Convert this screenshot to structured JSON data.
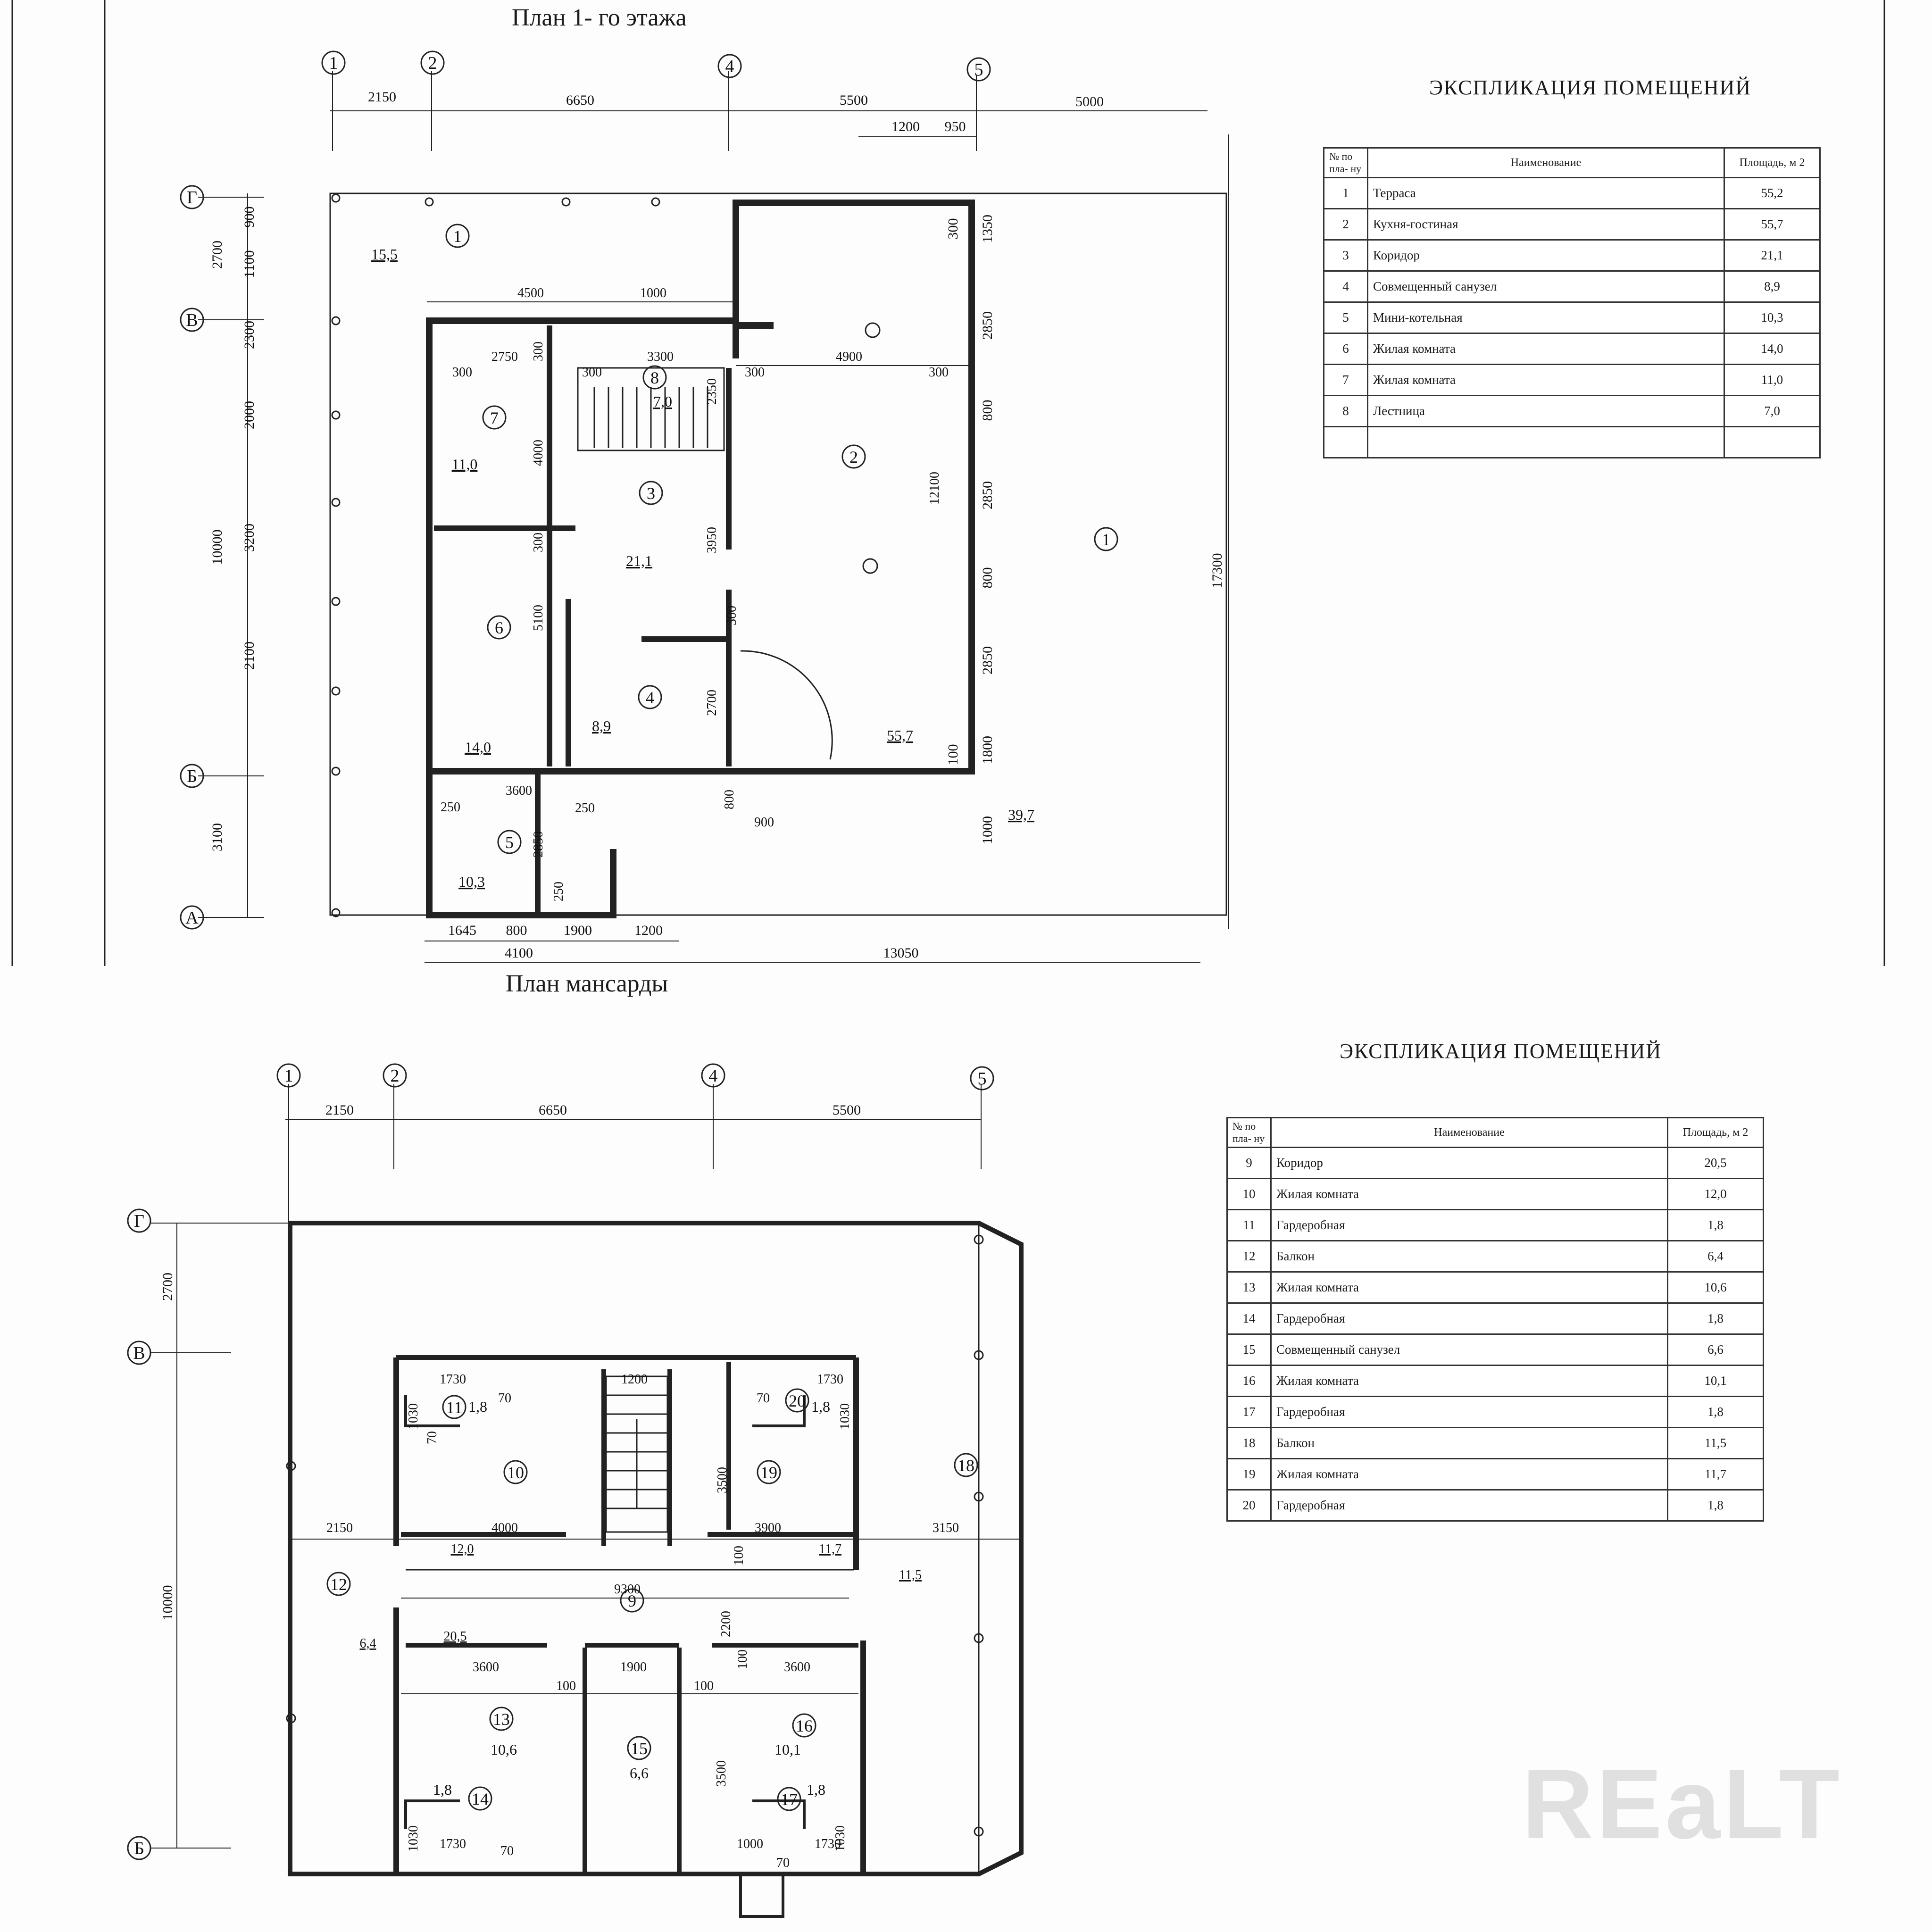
{
  "top": {
    "plan_title": "План 1- го этажа",
    "axes_vertical": [
      "1",
      "2",
      "4",
      "5"
    ],
    "axes_horizontal": [
      "Г",
      "В",
      "Б",
      "А"
    ],
    "dims_top": [
      "2150",
      "6650",
      "5500",
      "5000",
      "1200",
      "950"
    ],
    "dims_left": [
      "2700",
      "900",
      "1100",
      "2300",
      "2000",
      "3200",
      "10000",
      "2100",
      "3100"
    ],
    "dims_right": [
      "1350",
      "300",
      "2850",
      "800",
      "2850",
      "800",
      "2850",
      "1800",
      "100",
      "1000",
      "17300"
    ],
    "dims_bottom": [
      "1645",
      "800",
      "1900",
      "1200",
      "4100",
      "13050"
    ],
    "dims_inner": [
      "4500",
      "1000",
      "2750",
      "300",
      "300",
      "3300",
      "2350",
      "300",
      "4900",
      "300",
      "4000",
      "300",
      "3950",
      "12100",
      "5100",
      "300",
      "2700",
      "300",
      "3600",
      "250",
      "250",
      "2850",
      "250",
      "800",
      "900"
    ],
    "room_numbers": [
      "1",
      "2",
      "3",
      "4",
      "5",
      "6",
      "7",
      "8",
      "1"
    ],
    "room_areas": [
      "15,5",
      "55,7",
      "21,1",
      "8,9",
      "10,3",
      "14,0",
      "11,0",
      "7,0",
      "39,7"
    ],
    "explication": {
      "title": "ЭКСПЛИКАЦИЯ ПОМЕЩЕНИЙ",
      "col_num": "№ по пла- ну",
      "col_name": "Наименование",
      "col_area": "Площадь, м 2",
      "rows": [
        {
          "n": "1",
          "name": "Терраса",
          "area": "55,2"
        },
        {
          "n": "2",
          "name": "Кухня-гостиная",
          "area": "55,7"
        },
        {
          "n": "3",
          "name": "Коридор",
          "area": "21,1"
        },
        {
          "n": "4",
          "name": "Совмещенный санузел",
          "area": "8,9"
        },
        {
          "n": "5",
          "name": "Мини-котельная",
          "area": "10,3"
        },
        {
          "n": "6",
          "name": "Жилая комната",
          "area": "14,0"
        },
        {
          "n": "7",
          "name": "Жилая комната",
          "area": "11,0"
        },
        {
          "n": "8",
          "name": "Лестница",
          "area": "7,0"
        },
        {
          "n": "",
          "name": "",
          "area": ""
        }
      ]
    }
  },
  "bottom": {
    "plan_title": "План мансарды",
    "axes_vertical": [
      "1",
      "2",
      "4",
      "5"
    ],
    "axes_horizontal": [
      "Г",
      "В",
      "Б"
    ],
    "dims_top": [
      "2150",
      "6650",
      "5500"
    ],
    "dims_left": [
      "2700",
      "10000"
    ],
    "dims_inner": [
      "1730",
      "1030",
      "70",
      "1200",
      "1730",
      "1030",
      "70",
      "70",
      "4000",
      "3500",
      "3900",
      "2150",
      "3150",
      "12,0",
      "100",
      "11,7",
      "9300",
      "11,5",
      "2200",
      "6,4",
      "20,5",
      "100",
      "3600",
      "1900",
      "3600",
      "100",
      "100",
      "3500",
      "1030",
      "1730",
      "70",
      "1000",
      "1730",
      "1030",
      "70"
    ],
    "room_numbers": [
      "9",
      "10",
      "11",
      "12",
      "13",
      "14",
      "15",
      "16",
      "17",
      "18",
      "19",
      "20"
    ],
    "room_areas": [
      "1,8",
      "1,8",
      "10,6",
      "1,8",
      "6,6",
      "10,1",
      "1,8"
    ],
    "explication": {
      "title": "ЭКСПЛИКАЦИЯ ПОМЕЩЕНИЙ",
      "col_num": "№ по пла- ну",
      "col_name": "Наименование",
      "col_area": "Площадь, м 2",
      "rows": [
        {
          "n": "9",
          "name": "Коридор",
          "area": "20,5"
        },
        {
          "n": "10",
          "name": "Жилая комната",
          "area": "12,0"
        },
        {
          "n": "11",
          "name": "Гардеробная",
          "area": "1,8"
        },
        {
          "n": "12",
          "name": "Балкон",
          "area": "6,4"
        },
        {
          "n": "13",
          "name": "Жилая комната",
          "area": "10,6"
        },
        {
          "n": "14",
          "name": "Гардеробная",
          "area": "1,8"
        },
        {
          "n": "15",
          "name": "Совмещенный санузел",
          "area": "6,6"
        },
        {
          "n": "16",
          "name": "Жилая комната",
          "area": "10,1"
        },
        {
          "n": "17",
          "name": "Гардеробная",
          "area": "1,8"
        },
        {
          "n": "18",
          "name": "Балкон",
          "area": "11,5"
        },
        {
          "n": "19",
          "name": "Жилая комната",
          "area": "11,7"
        },
        {
          "n": "20",
          "name": "Гардеробная",
          "area": "1,8"
        }
      ]
    }
  },
  "watermark": "REaLT"
}
